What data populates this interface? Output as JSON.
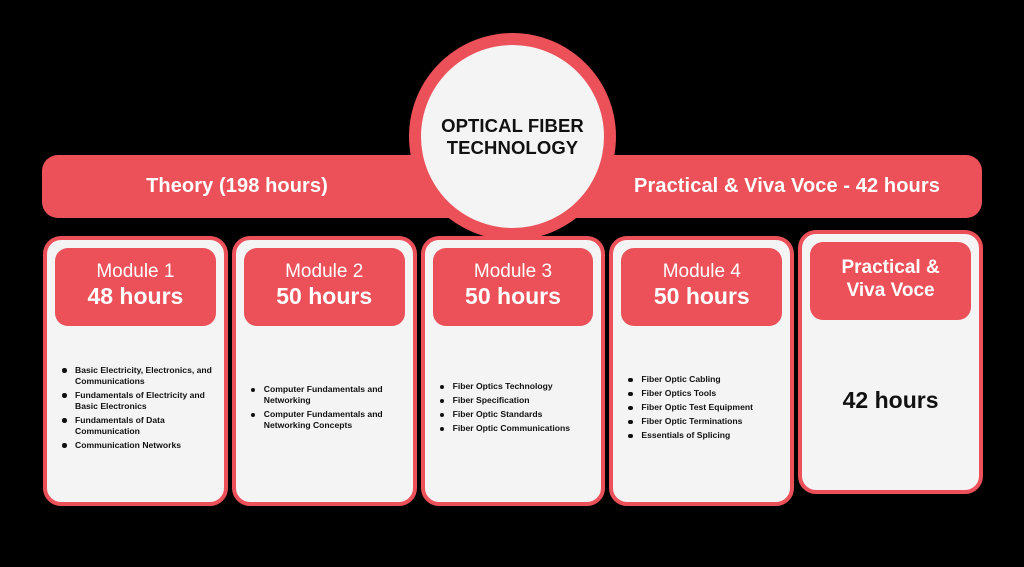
{
  "colors": {
    "accent": "#EC5159",
    "card_bg": "#F4F4F4",
    "text_dark": "#111111",
    "text_light": "#FFFFFF",
    "page_bg": "#000000"
  },
  "center": {
    "title_line1": "OPTICAL FIBER",
    "title_line2": "TECHNOLOGY"
  },
  "banner": {
    "left_label": "Theory (198 hours)",
    "right_label": "Practical & Viva Voce - 42 hours"
  },
  "cards": [
    {
      "head_line1": "Module 1",
      "head_line2": "48 hours",
      "topics": [
        "Basic Electricity, Electronics, and Communications",
        "Fundamentals of Electricity and Basic Electronics",
        "Fundamentals of Data Communication",
        "Communication Networks"
      ]
    },
    {
      "head_line1": "Module 2",
      "head_line2": "50 hours",
      "topics": [
        "Computer Fundamentals and Networking",
        "Computer Fundamentals and Networking Concepts"
      ]
    },
    {
      "head_line1": "Module 3",
      "head_line2": "50 hours",
      "topics": [
        "Fiber Optics Technology",
        "Fiber Specification",
        "Fiber Optic Standards",
        "Fiber Optic Communications"
      ]
    },
    {
      "head_line1": "Module 4",
      "head_line2": "50 hours",
      "topics": [
        "Fiber Optic Cabling",
        "Fiber Optics Tools",
        "Fiber Optic Test Equipment",
        "Fiber Optic Terminations",
        "Essentials of Splicing"
      ]
    },
    {
      "head_line1": "Practical &",
      "head_line2": "Viva Voce",
      "body_value": "42 hours",
      "topics": []
    }
  ]
}
